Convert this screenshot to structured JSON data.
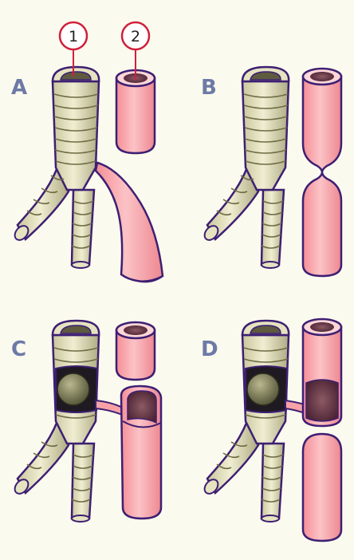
{
  "panels": {
    "a": {
      "letter": "A"
    },
    "b": {
      "letter": "B"
    },
    "c": {
      "letter": "C"
    },
    "d": {
      "letter": "D"
    }
  },
  "callouts": {
    "one": "1",
    "two": "2"
  },
  "colors": {
    "background": "#fbfaee",
    "outline": "#3d1f73",
    "trachea_fill": "#e5e3c0",
    "trachea_shadow": "#8d8d62",
    "esophagus_fill": "#f7a2a8",
    "esophagus_light": "#fcd6d8",
    "esophagus_lumen": "#6b3a4c",
    "callout_ring": "#d0203a",
    "letter": "#6d7aa6"
  }
}
